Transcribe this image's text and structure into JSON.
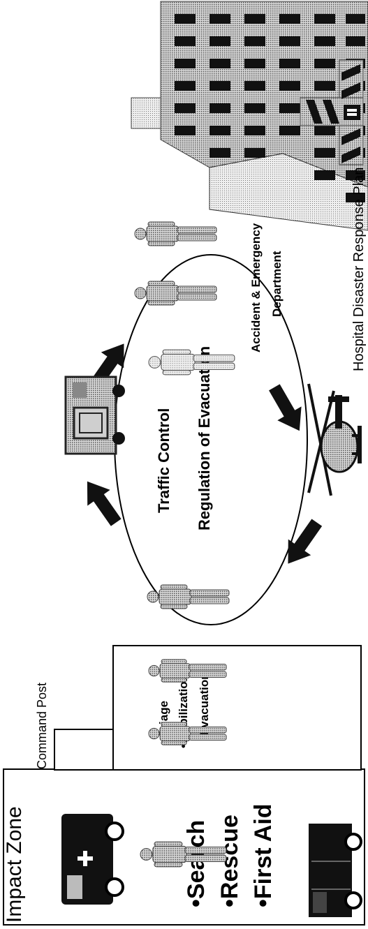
{
  "impact_zone": {
    "title": "Impact Zone",
    "actions": [
      "•Search",
      "•Rescue",
      "•First Aid"
    ]
  },
  "command_post": {
    "title": "Command Post",
    "steps": [
      "•Triage",
      "•Stabilization",
      "•Evacuation"
    ]
  },
  "evacuation_loop": {
    "line1": "Traffic Control",
    "line2": "Regulation of Evacuation"
  },
  "emergency_department": {
    "line1": "Accident & Emergency",
    "line2": "Department"
  },
  "hospital": {
    "title": "Hospital Disaster Response Plan",
    "cross_letter": "H"
  },
  "colors": {
    "ink": "#111111",
    "dither": "#9a9a9a"
  },
  "icons": [
    "ambulance-icon",
    "rescue-truck-icon",
    "person-icon",
    "transport-van-icon",
    "helicopter-icon",
    "arrow-icon",
    "hospital-building-icon"
  ]
}
